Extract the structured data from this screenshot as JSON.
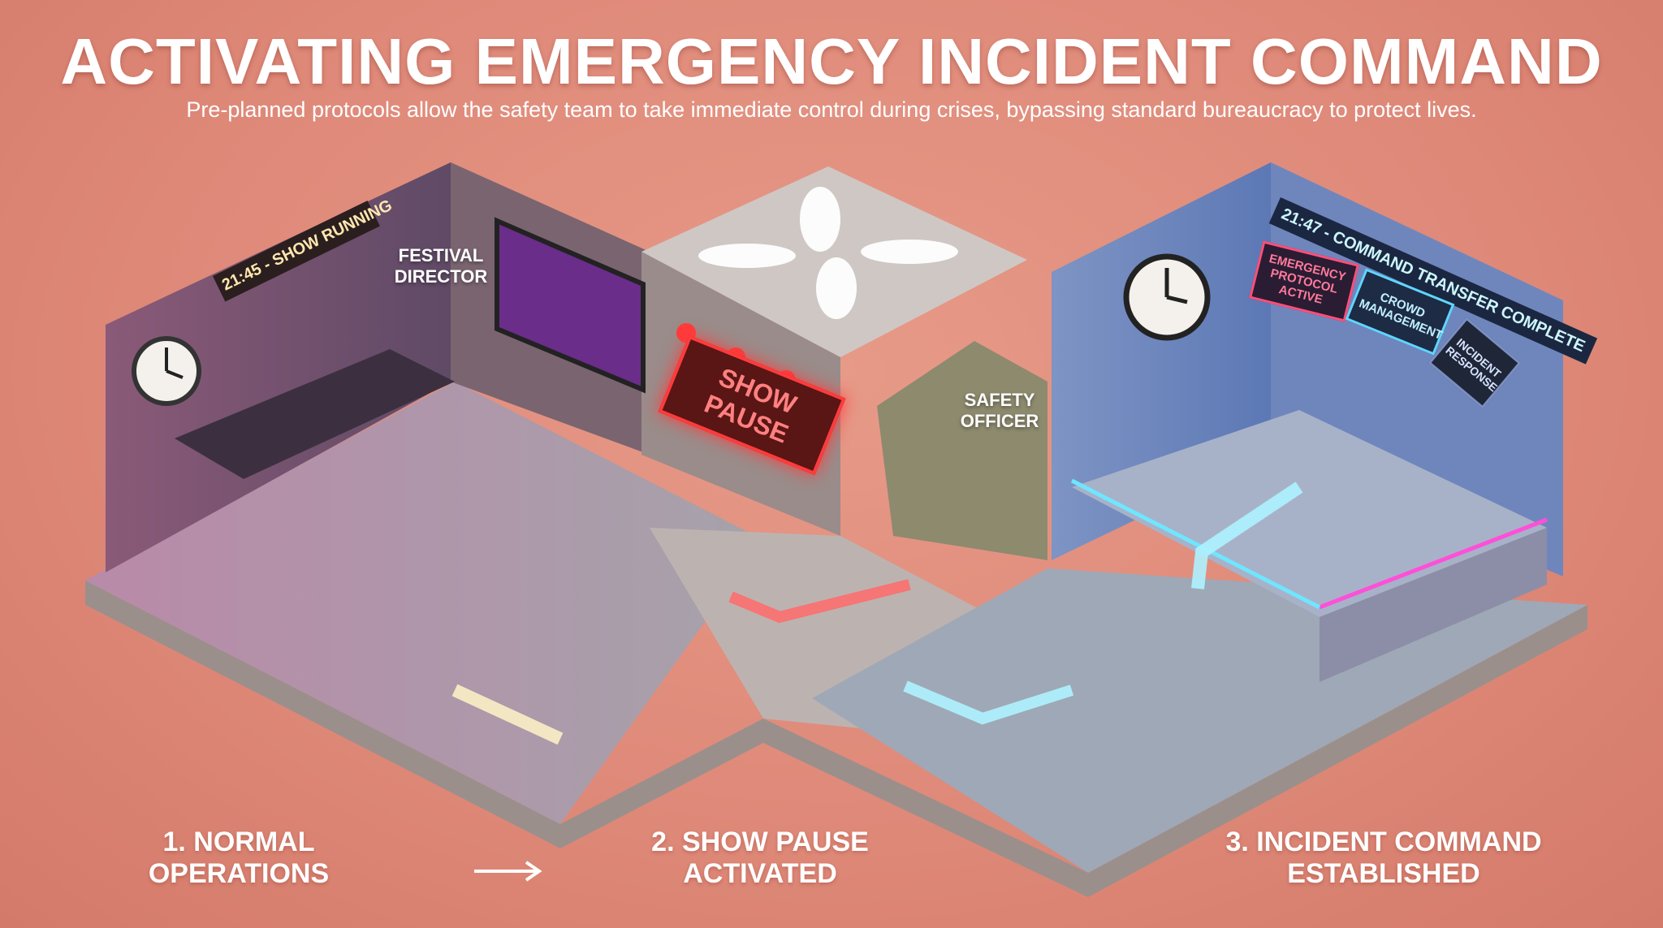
{
  "header": {
    "title": "ACTIVATING EMERGENCY INCIDENT COMMAND",
    "subtitle": "Pre-planned protocols allow the safety team to take immediate control during crises, bypassing standard bureaucracy to protect lives."
  },
  "scene": {
    "stage1": {
      "ticker": "21:45 - SHOW RUNNING",
      "role_label": [
        "FESTIVAL",
        "DIRECTOR"
      ]
    },
    "stage2": {
      "sign": "SHOW PAUSE",
      "role_label": [
        "SAFETY",
        "OFFICER"
      ]
    },
    "stage3": {
      "ticker": "21:47 - COMMAND TRANSFER COMPLETE",
      "screens": [
        "EMERGENCY PROTOCOL ACTIVE",
        "CROWD MANAGEMENT",
        "INCIDENT RESPONSE"
      ]
    }
  },
  "steps": [
    {
      "line1": "1. NORMAL",
      "line2": "OPERATIONS"
    },
    {
      "line1": "2. SHOW PAUSE",
      "line2": "ACTIVATED"
    },
    {
      "line1": "3. INCIDENT COMMAND",
      "line2": "ESTABLISHED"
    }
  ],
  "colors": {
    "background": "#de8878",
    "alert_red": "#ff3b3b",
    "command_cyan": "#6fe6ff",
    "neon_magenta": "#ff4fd8"
  }
}
